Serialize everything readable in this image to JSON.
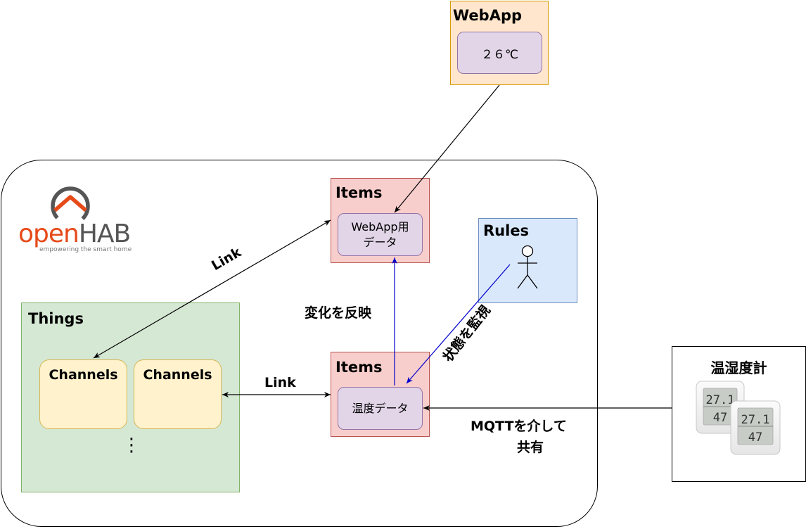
{
  "webapp": {
    "title": "WebApp",
    "value": "２６℃"
  },
  "openhab": {
    "logo_open": "open",
    "logo_hab": "HAB",
    "tagline": "empowering the smart home"
  },
  "items_top": {
    "title": "Items",
    "data_line1": "WebApp用",
    "data_line2": "データ"
  },
  "items_bottom": {
    "title": "Items",
    "data_label": "温度データ"
  },
  "rules": {
    "title": "Rules"
  },
  "things": {
    "title": "Things",
    "channels": [
      "Channels",
      "Channels"
    ],
    "more_marker": "⋮"
  },
  "sensor": {
    "title": "温湿度計",
    "device_readings": [
      {
        "temp": "27.1",
        "humidity": "47"
      },
      {
        "temp": "27.1",
        "humidity": "47"
      }
    ]
  },
  "edges": {
    "link_items_things": "Link",
    "link_items_channels": "Link",
    "reflect_change": "変化を反映",
    "monitor_state": "状態を監視",
    "mqtt_line1": "MQTTを介して",
    "mqtt_line2": "共有"
  },
  "colors": {
    "webapp_fill": "#ffe6cc",
    "items_fill": "#f8cecc",
    "inner_fill": "#e1d5e7",
    "rules_fill": "#dae8fc",
    "things_fill": "#d5e8d4",
    "channel_fill": "#fff2cc",
    "blue_arrow": "#0000cc",
    "openhab_orange": "#e64a19",
    "openhab_gray": "#555555"
  }
}
